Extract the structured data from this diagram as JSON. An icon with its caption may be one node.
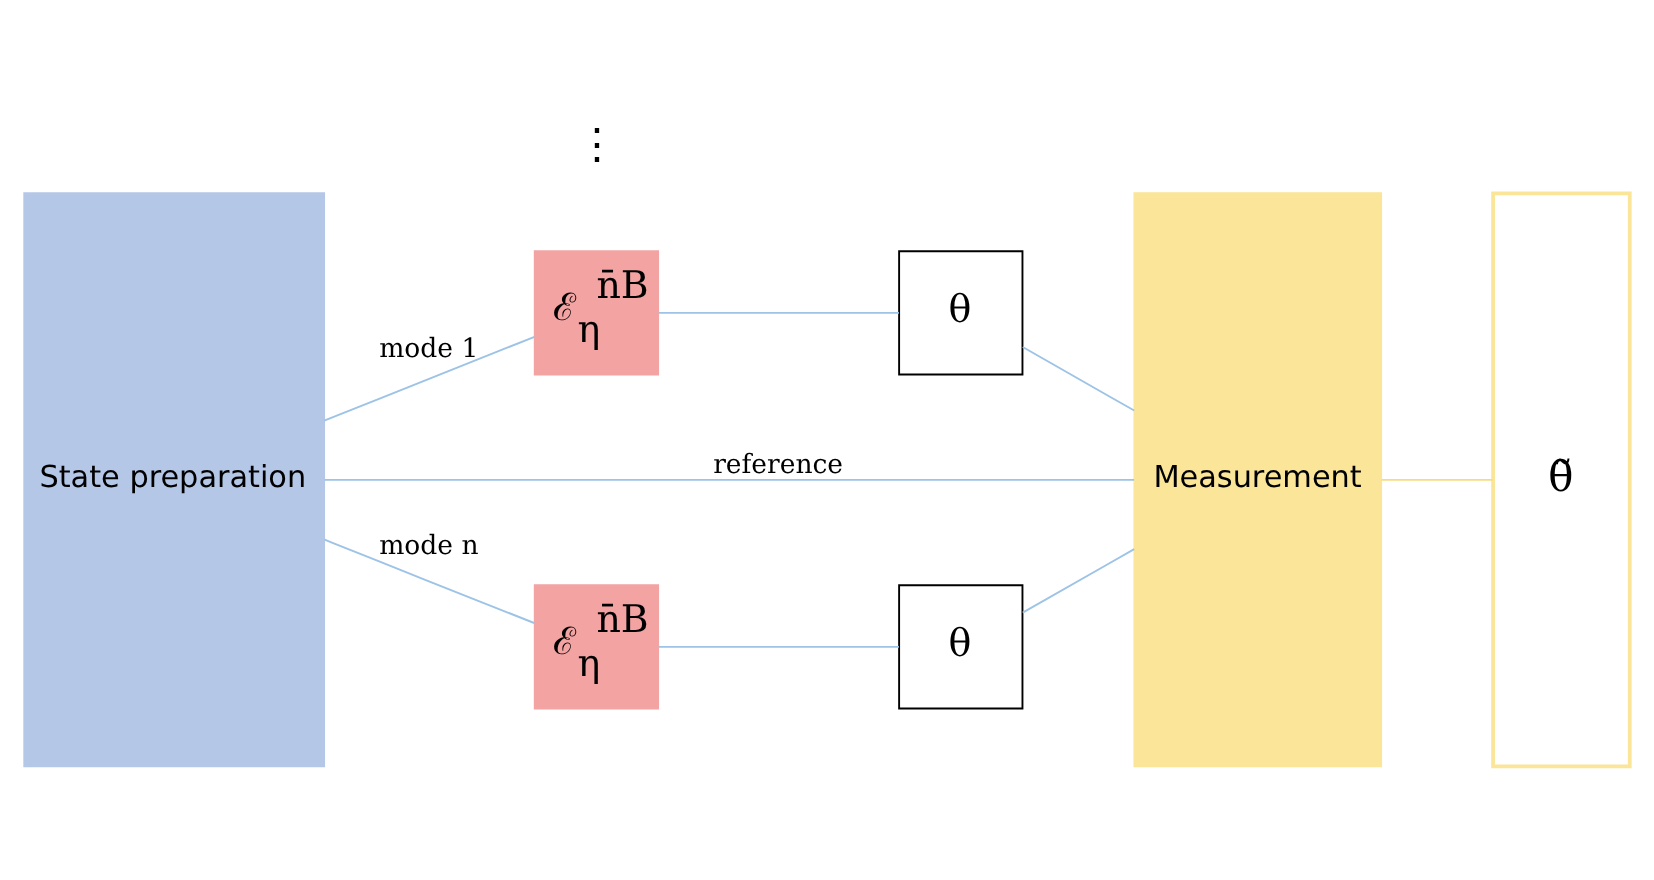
{
  "diagram": {
    "nodes": [
      {
        "text": [
          "State preparation"
        ]
      },
      {
        "text": [
          "ℰ$_{η}$$^{n̄B}$"
        ]
      },
      {
        "text": [
          "θ"
        ]
      },
      {
        "text": [
          "Measurement"
        ]
      },
      {
        "text": [
          "θ̃"
        ]
      },
      {
        "text": [
          "ℰ$_{η}$$^{n̄B}$"
        ]
      },
      {
        "text": [
          "θ"
        ]
      }
    ],
    "edges": [
      {
        "from": 0,
        "to": 3,
        "arrow": "none",
        "label": "reference"
      },
      {
        "from": 0,
        "to": 1,
        "arrow": "none",
        "label": "mode 1"
      },
      {
        "from": 1,
        "to": 2,
        "arrow": "none"
      },
      {
        "from": 2,
        "to": 3,
        "arrow": "none"
      },
      {
        "from": 0,
        "to": 5,
        "arrow": "none",
        "label": "mode n"
      },
      {
        "from": 5,
        "to": 6,
        "arrow": "none"
      },
      {
        "from": 6,
        "to": 3,
        "arrow": "none"
      },
      {
        "from": 3,
        "to": 4,
        "arrow": "none",
        "color": "#f5dc82"
      }
    ],
    "labels": [
      "⋮"
    ]
  }
}
